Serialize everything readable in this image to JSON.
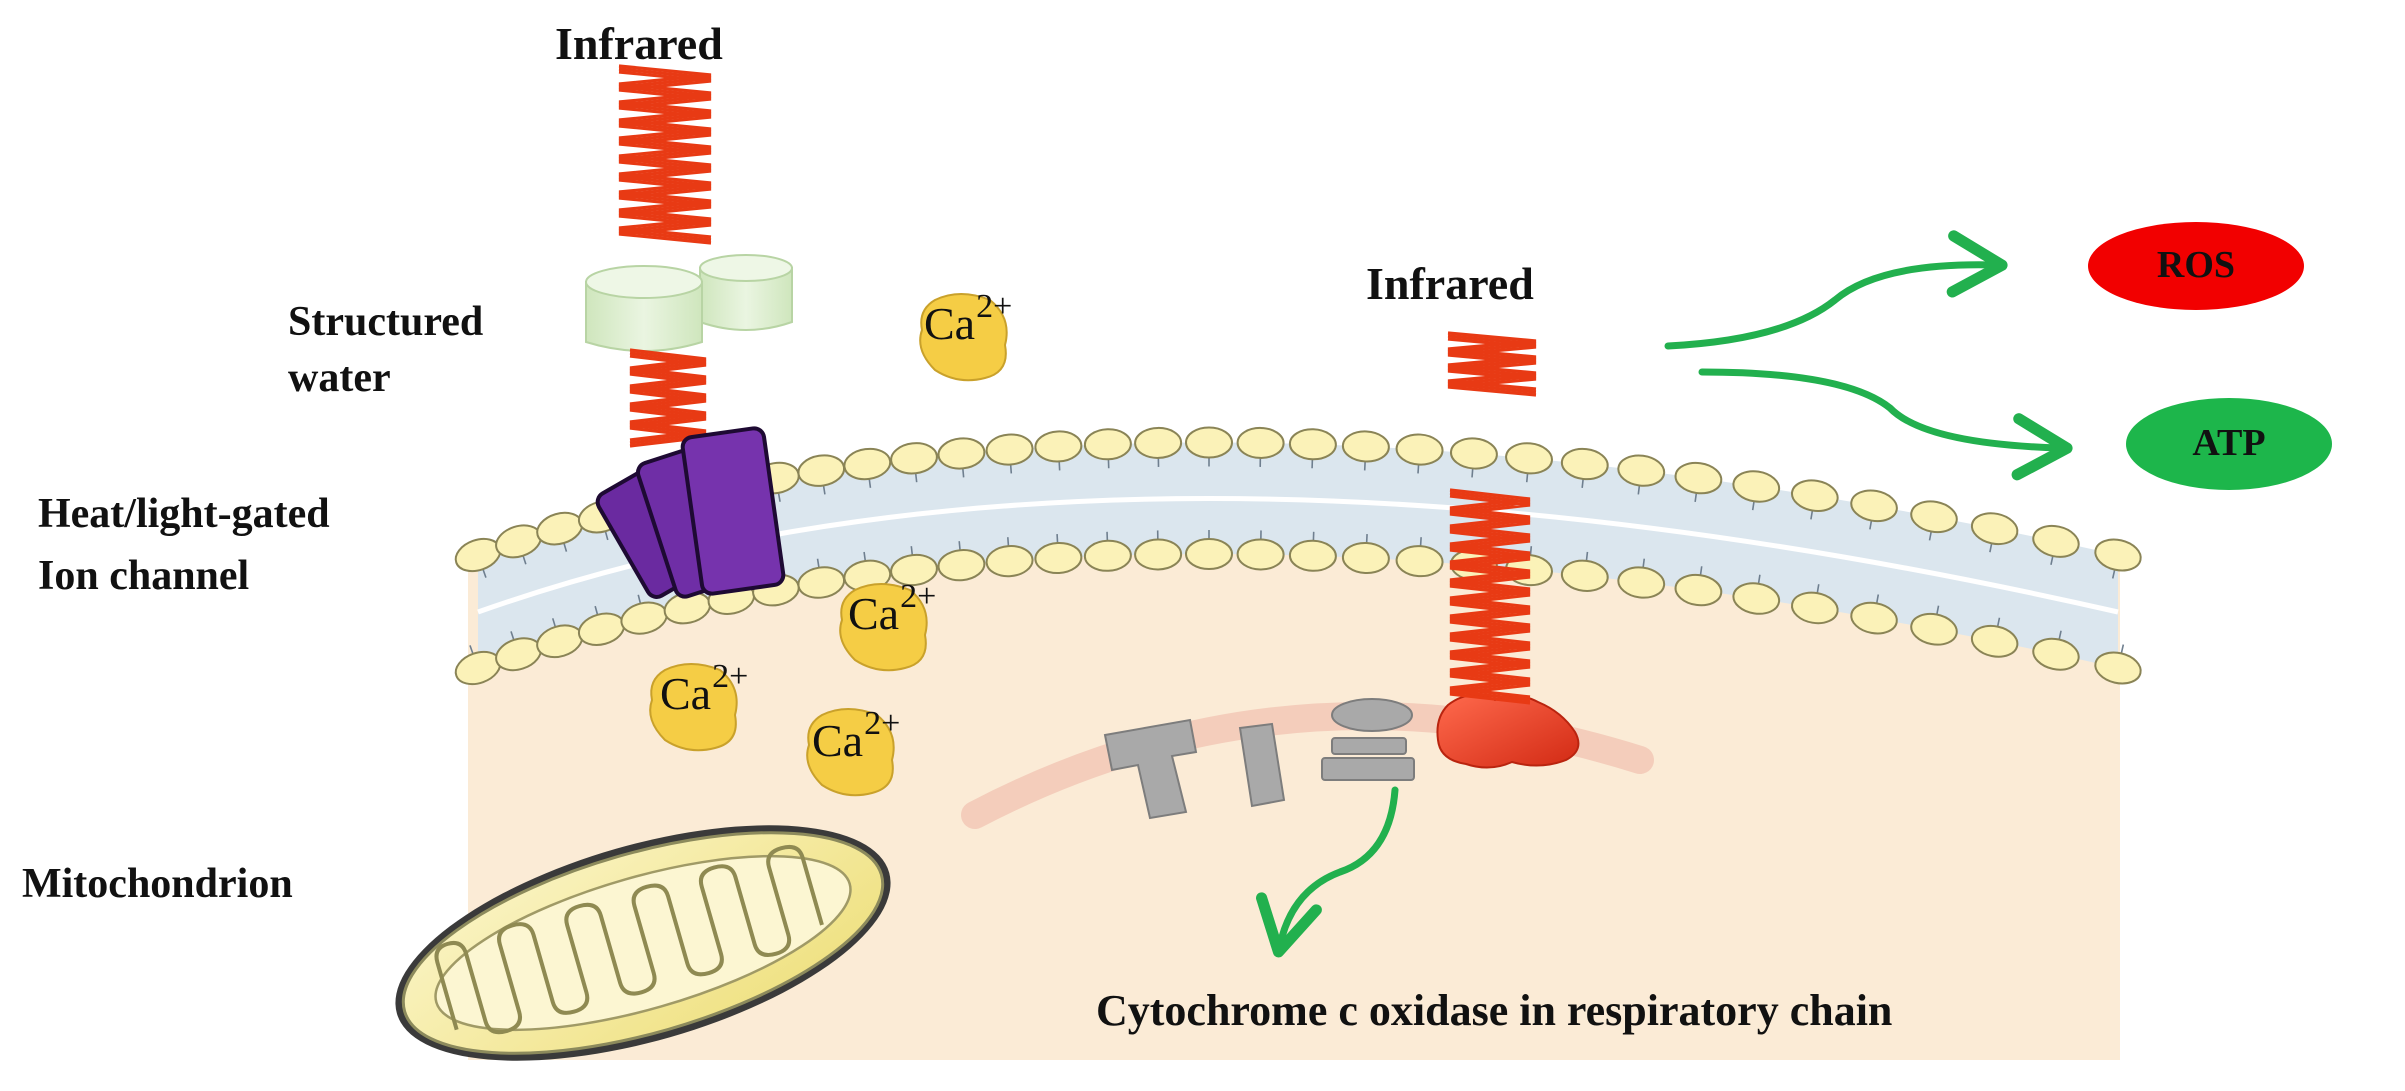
{
  "labels": {
    "infrared_left": "Infrared",
    "infrared_right": "Infrared",
    "structured_water_line1": "Structured",
    "structured_water_line2": "water",
    "ion_channel_line1": "Heat/light-gated",
    "ion_channel_line2": "Ion channel",
    "mitochondrion": "Mitochondrion",
    "cytochrome": "Cytochrome c oxidase in respiratory chain"
  },
  "outputs": {
    "ros": "ROS",
    "atp": "ATP"
  },
  "ions": [
    {
      "base": "Ca",
      "charge": "2+"
    },
    {
      "base": "Ca",
      "charge": "2+"
    },
    {
      "base": "Ca",
      "charge": "2+"
    },
    {
      "base": "Ca",
      "charge": "2+"
    }
  ],
  "colors": {
    "infrared_wave": "#e83a14",
    "ros_fill": "#f20000",
    "atp_fill": "#1db64b",
    "arrow_green": "#22b04e",
    "ion_channel": "#6a2aa0",
    "cytochrome_protein": "#e8391f",
    "structured_water": "#d9edcc",
    "calcium_ion": "#f5cd45",
    "lipid_head": "#fbf2b8",
    "cytoplasm": "#fbebd6",
    "mitochondrion_fill": "#f6ec96"
  }
}
